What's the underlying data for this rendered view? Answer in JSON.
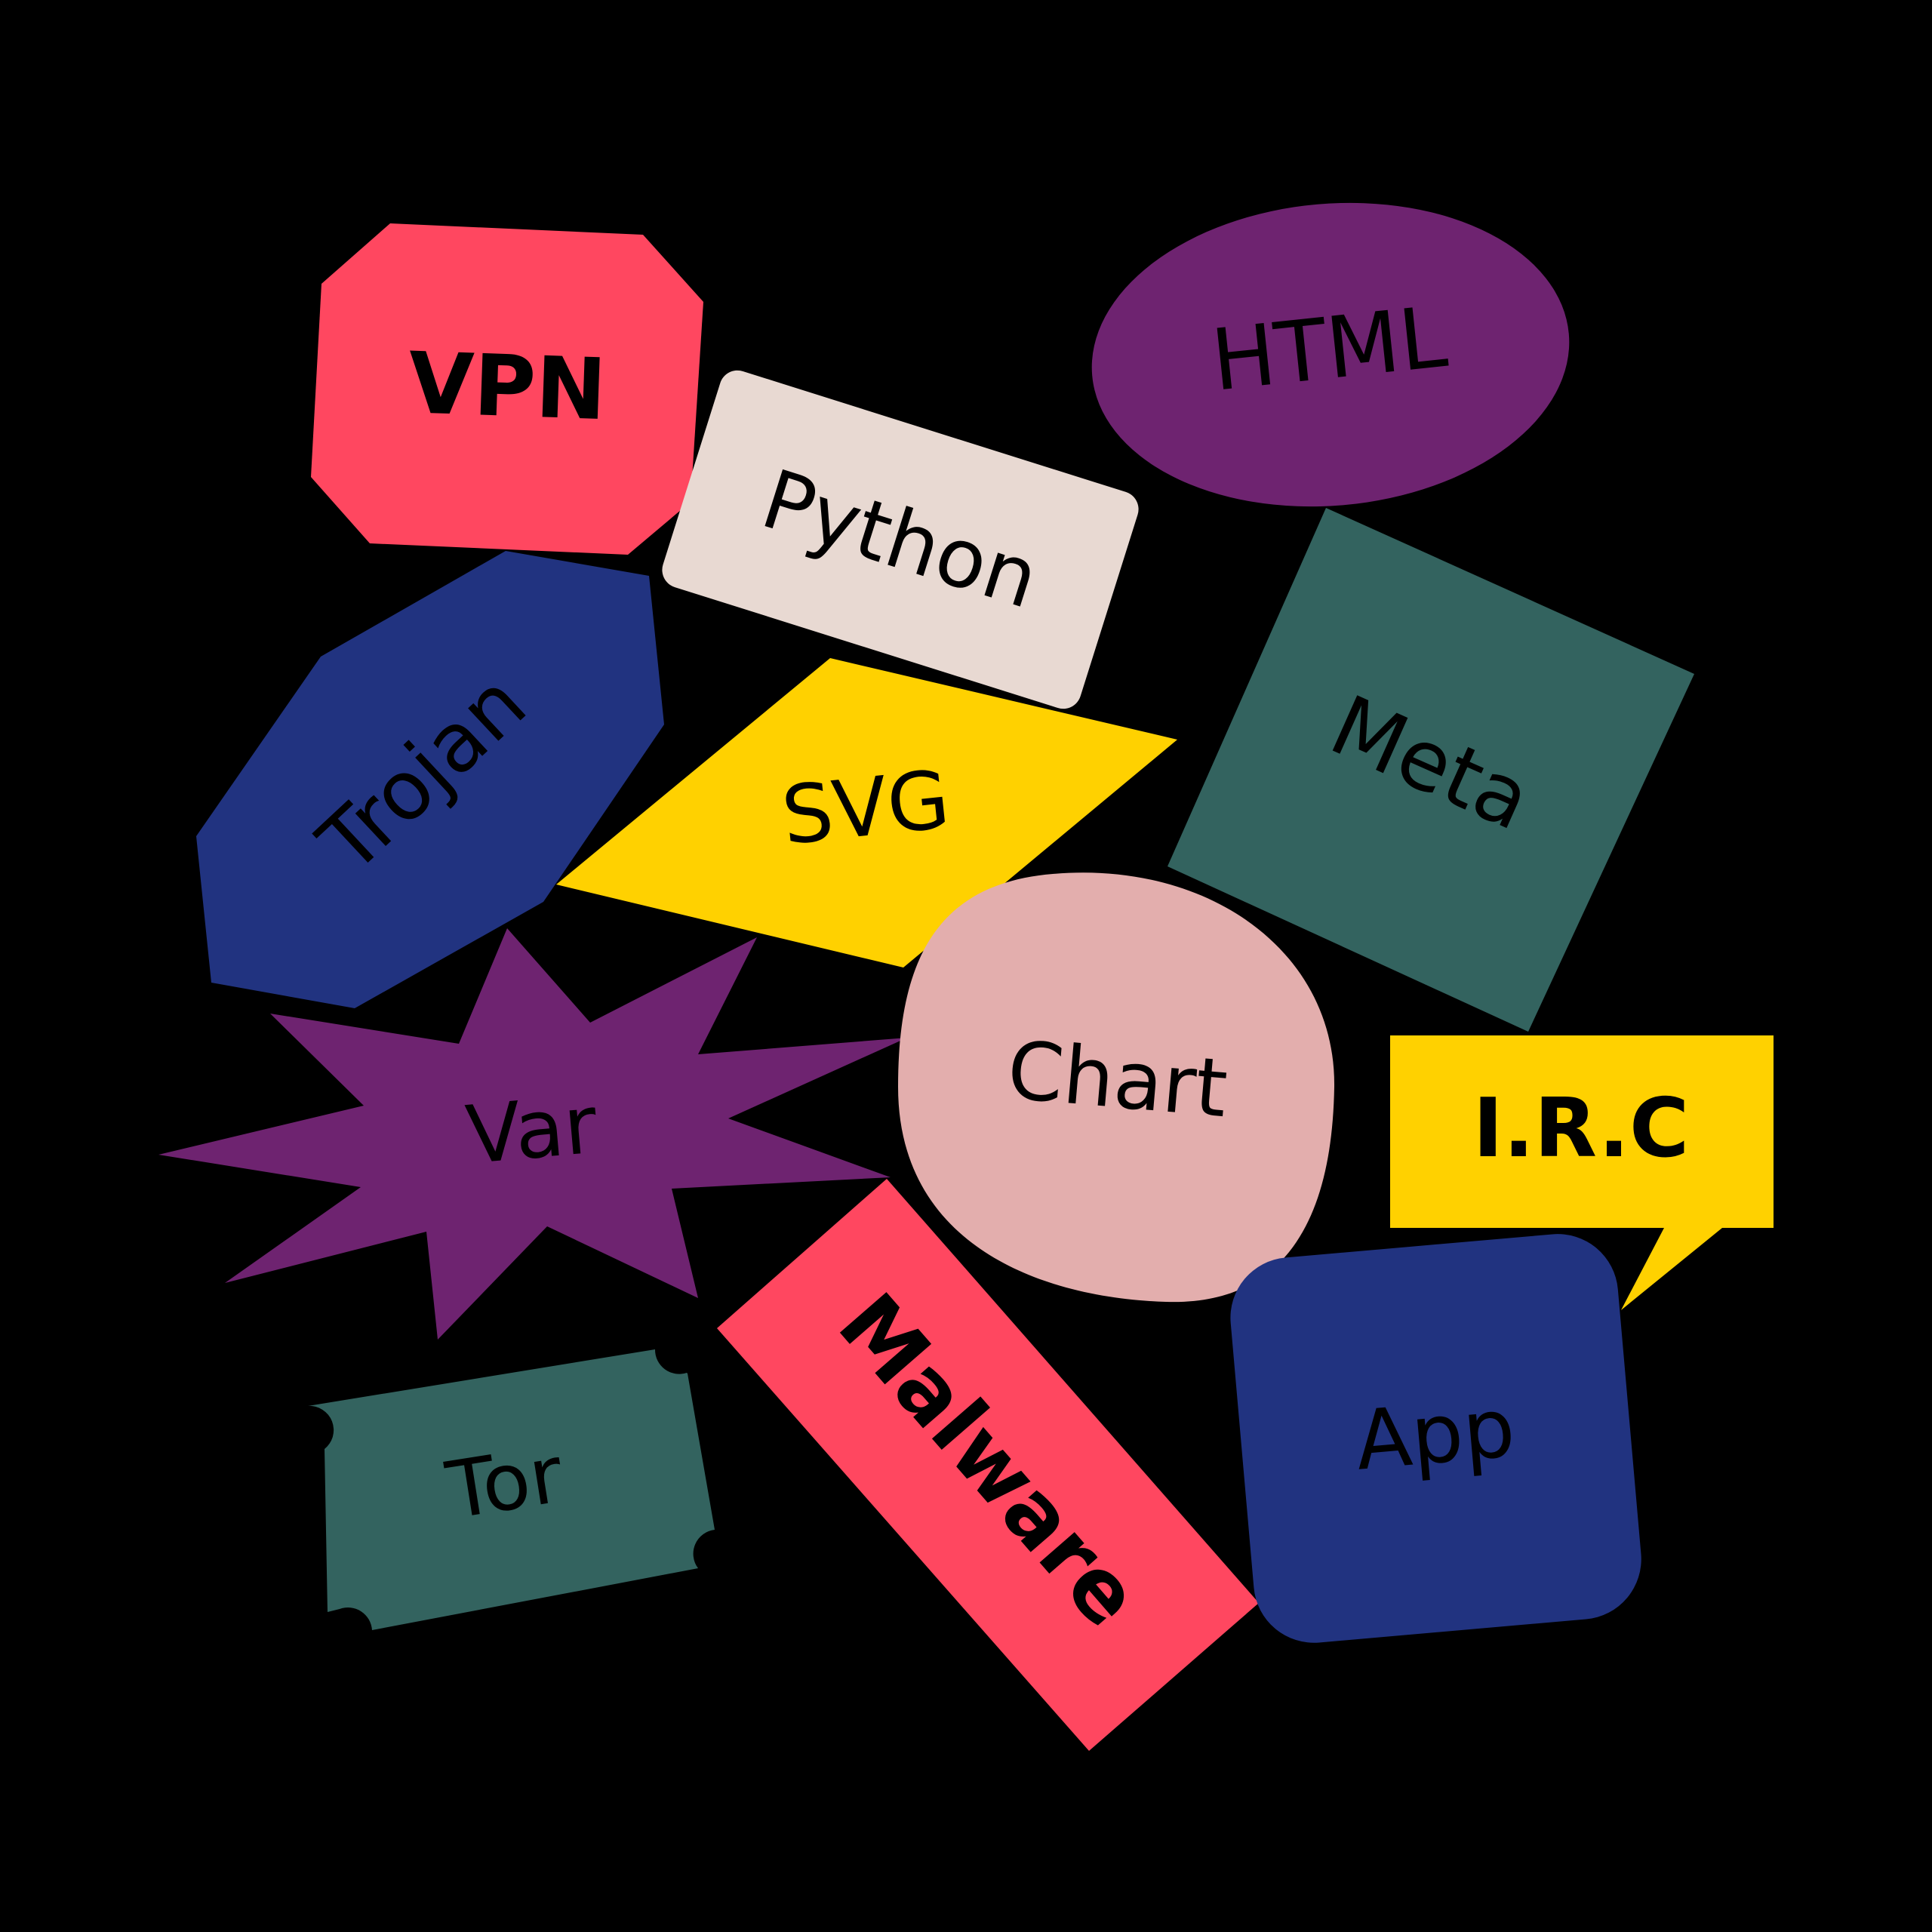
{
  "background": "#000000",
  "colors": {
    "coral": "#FF4760",
    "blush": "#E8D9D2",
    "plum": "#6E2370",
    "navy": "#213380",
    "teal": "#33635F",
    "yellow": "#FFD100",
    "pink": "#E3AEAD"
  },
  "stickers": [
    {
      "id": "vpn",
      "label": "VPN",
      "shape": "octagon",
      "color": "coral",
      "bold": true
    },
    {
      "id": "python",
      "label": "Python",
      "shape": "rounded-rectangle",
      "color": "blush",
      "bold": false
    },
    {
      "id": "html",
      "label": "HTML",
      "shape": "ellipse",
      "color": "plum",
      "bold": false
    },
    {
      "id": "trojan",
      "label": "Trojan",
      "shape": "hexagon",
      "color": "navy",
      "bold": false
    },
    {
      "id": "svg",
      "label": "SVG",
      "shape": "parallelogram",
      "color": "yellow",
      "bold": false
    },
    {
      "id": "meta",
      "label": "Meta",
      "shape": "square",
      "color": "teal",
      "bold": false
    },
    {
      "id": "var",
      "label": "Var",
      "shape": "starburst",
      "color": "plum",
      "bold": false
    },
    {
      "id": "chart",
      "label": "Chart",
      "shape": "blob",
      "color": "pink",
      "bold": false
    },
    {
      "id": "irc",
      "label": "I.R.C",
      "shape": "speech-bubble",
      "color": "yellow",
      "bold": true
    },
    {
      "id": "tor",
      "label": "Tor",
      "shape": "ticket",
      "color": "teal",
      "bold": false
    },
    {
      "id": "malware",
      "label": "Malware",
      "shape": "rectangle",
      "color": "coral",
      "bold": true
    },
    {
      "id": "app",
      "label": "App",
      "shape": "squircle",
      "color": "navy",
      "bold": false
    }
  ]
}
